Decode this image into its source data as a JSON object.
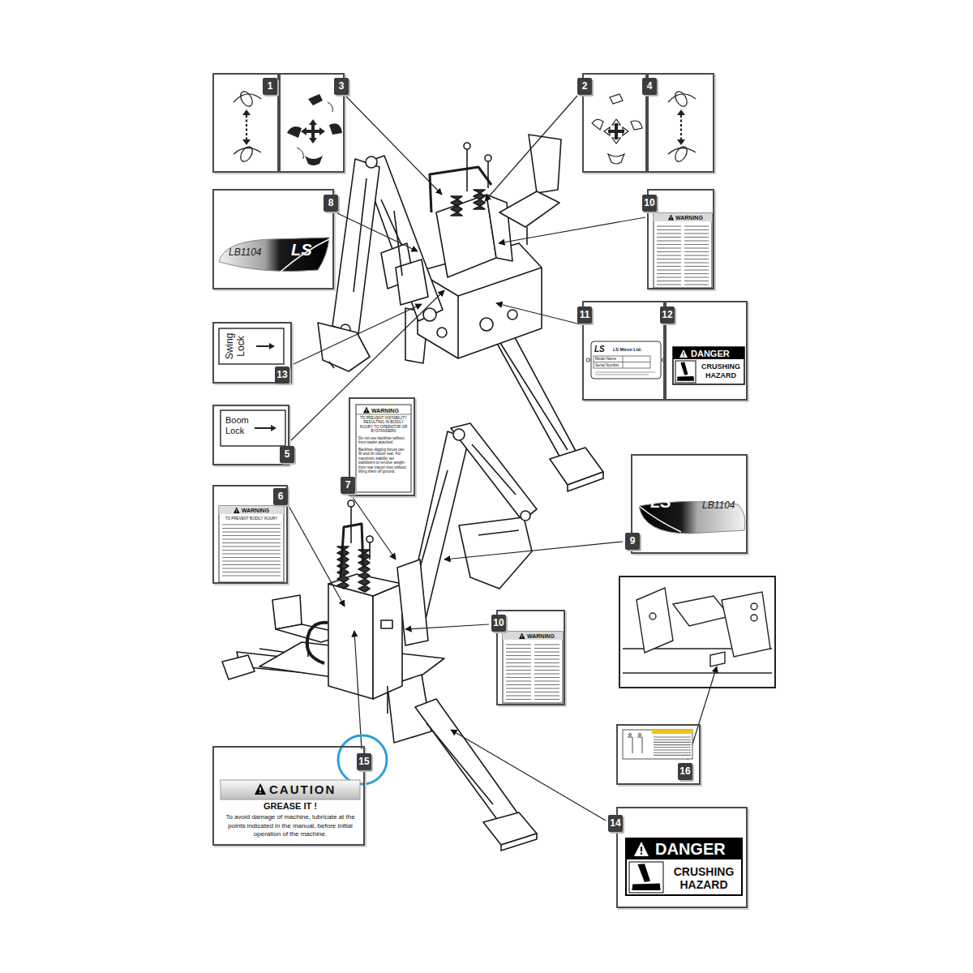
{
  "diagram": {
    "nodes": [
      {
        "text": [
          "1"
        ]
      },
      {
        "text": [
          "3"
        ]
      },
      {
        "text": [
          "2"
        ]
      },
      {
        "text": [
          "4"
        ]
      },
      {
        "text": [
          "8",
          "LB1104",
          "LS"
        ]
      },
      {
        "text": [
          "10",
          "WARNING"
        ]
      },
      {
        "text": [
          "11",
          "LS",
          "LS Mtron Ltd.",
          "Model Name",
          "Serial Number"
        ]
      },
      {
        "text": [
          "12",
          "DANGER",
          "CRUSHING HAZARD"
        ]
      },
      {
        "text": [
          "13",
          "Swing Lock"
        ]
      },
      {
        "text": [
          "5",
          "Boom Lock"
        ]
      },
      {
        "text": [
          "7",
          "WARNING",
          "TO PREVENT INSTABILITY RESULTING IN BODILY INJURY TO OPERATOR OR BYSTANDERS",
          "Do not use backhoe without front loader attached.",
          "Backhoe digging forces can lift and tilt tractor rear. For maximum stability set stabilizers to remove weight from rear tractor tires without lifting them off ground."
        ]
      },
      {
        "text": [
          "6",
          "WARNING",
          "TO PREVENT BODILY INJURY"
        ]
      },
      {
        "text": [
          "9",
          "LS",
          "LB1104"
        ]
      },
      {
        "text": [
          "10",
          "WARNING"
        ]
      },
      {
        "text": [
          "16"
        ]
      },
      {
        "text": [
          "15",
          "CAUTION",
          "GREASE IT !",
          "To avoid damage of machine, lubricate at the points indicated in the manual, before initial operation of the machine."
        ]
      },
      {
        "text": [
          "14",
          "DANGER",
          "CRUSHING HAZARD"
        ]
      }
    ]
  }
}
